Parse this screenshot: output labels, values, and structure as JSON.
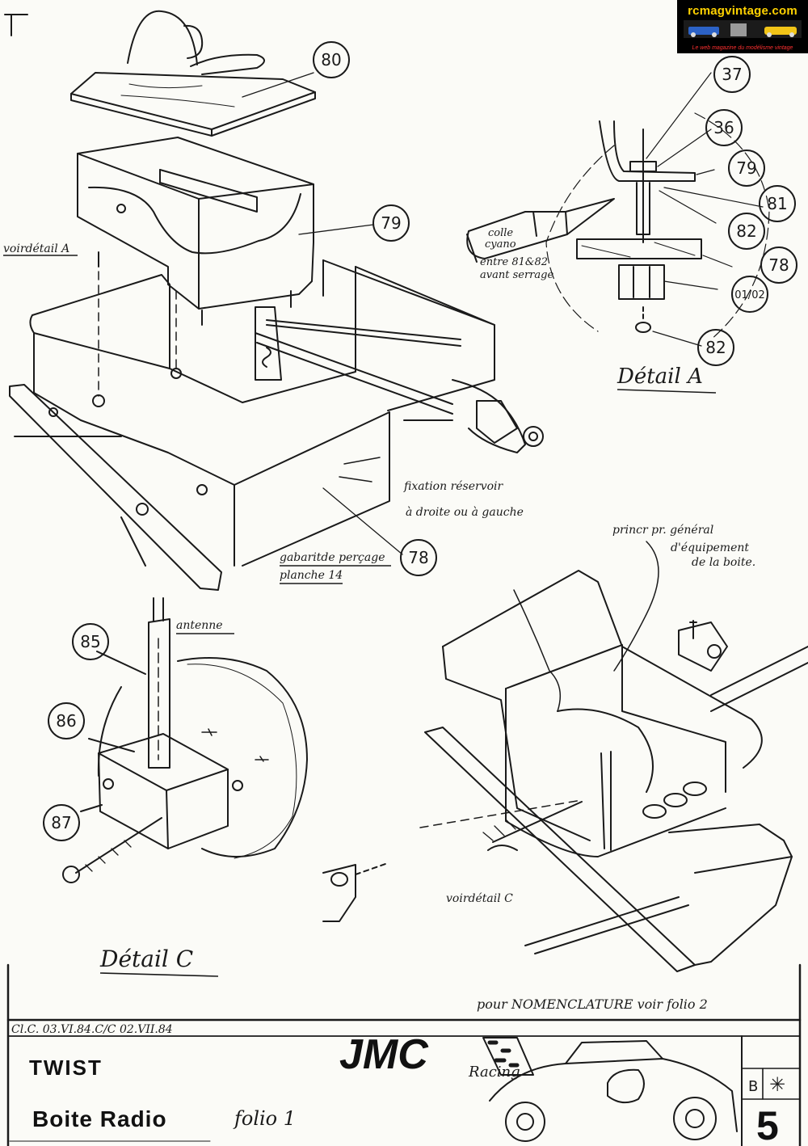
{
  "site_badge": {
    "title": "rcmagvintage.com",
    "tagline": "Le web magazine du modélisme vintage"
  },
  "callouts": {
    "n80": "80",
    "n79": "79",
    "n78": "78",
    "d37": "37",
    "d36": "36",
    "d79": "79",
    "d81": "81",
    "d82": "82",
    "d78": "78",
    "d01": "01/02",
    "d82b": "82",
    "n85": "85",
    "n86": "86",
    "n87": "87"
  },
  "labels": {
    "voir_detail_a": "voirdétail A",
    "colle_l1": "colle",
    "colle_l2": "cyano",
    "entre_l1": "entre 81&82",
    "entre_l2": "avant serrage",
    "detail_a": "Détail A",
    "fixation_l1": "fixation réservoir",
    "fixation_l2": "à droite ou à gauche",
    "gabarit_l1": "gabaritde perçage",
    "gabarit_l2": "planche 14",
    "antenne": "antenne",
    "principe_l1": "princr pr. général",
    "principe_l2": "d'équipement",
    "principe_l3": "de la boite.",
    "voir_detail_c": "voirdétail C",
    "detail_c": "Détail C",
    "nomenclature": "pour NOMENCLATURE voir folio 2"
  },
  "title_block": {
    "ref_line": "Cl.C. 03.VI.84.C/C 02.VII.84",
    "model": "TWIST",
    "subject": "Boite Radio",
    "folio": "folio 1",
    "brand": "JMC",
    "brand_sub": "Racing",
    "rev": "B",
    "mark": "✳",
    "sheet_no": "5"
  }
}
